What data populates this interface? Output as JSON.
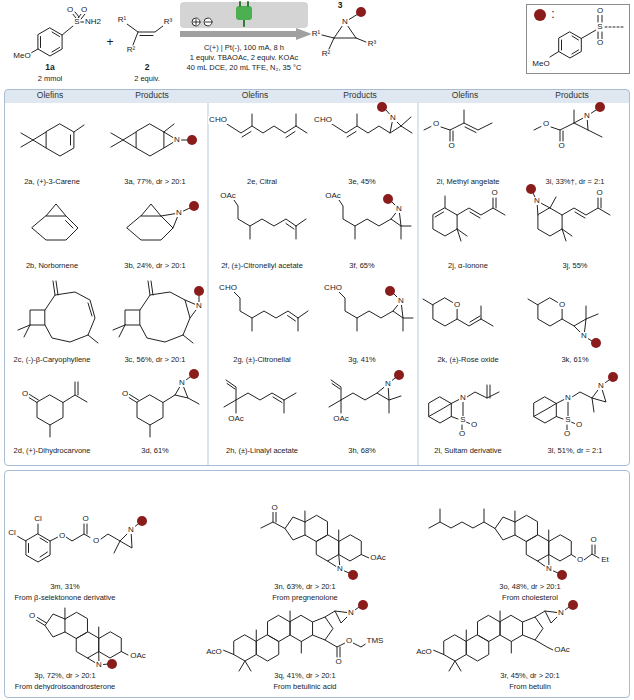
{
  "diagram": {
    "nodes": [
      {
        "text": [
          ":",
          "MeO",
          "O",
          "S",
          "O"
        ]
      },
      {
        "text": [
          "Olefins",
          "Products",
          "Olefins",
          "Products",
          "Olefins",
          "Products",
          "2a, (+)-3-Carene",
          "3a, 77%, dr > 20:1",
          "2e, Citral",
          "3e, 45%",
          "2i, Methyl angelate",
          "3i, 33%†, dr = 2:1",
          "2b, Norbornene",
          "3b, 24%, dr > 20:1",
          "2f, (±)-Citronellyl acetate",
          "3f, 65%",
          "2j, α-Ionone",
          "3j, 55%",
          "2c, (-)-β-Caryophyllene",
          "3c, 56%, dr > 20:1",
          "2g, (±)-Citronellal",
          "3g, 41%",
          "2k, (±)-Rose oxide",
          "3k, 61%",
          "2d, (+)-Dihydrocarvone",
          "3d, 61%",
          "2h, (±)-Linalyl acetate",
          "3h, 68%",
          "2l, Sultam derivative",
          "3l, 51%, dr = 2:1"
        ]
      },
      {
        "text": [
          "3m, 31%",
          "From β-selektonone derivative",
          "3n, 63%, dr > 20:1",
          "From pregnenolone",
          "3o, 48%, dr > 20:1",
          "From cholesterol",
          "3p, 72%, dr > 20:1",
          "From dehydroisoandrosterone",
          "3q, 41%, dr > 20:1",
          "From betulinic acid",
          "3r, 45%, dr > 20:1",
          "From betulin"
        ]
      }
    ],
    "labels": [
      "MeO",
      "O",
      "O",
      "S",
      "NH2",
      "1a",
      "2 mmol",
      "+",
      "R¹",
      "R²",
      "R³",
      "2",
      "2 equiv.",
      "C(+) | Pt(-), 100 mA, 8 h",
      "1 equiv. TBAOAc, 2 equiv. KOAc",
      "40 mL DCE, 20 mL TFE, N₂, 35 °C",
      "3",
      "R¹",
      "N",
      "R³",
      "R²",
      "N",
      "N",
      "N",
      "O",
      "O",
      "N",
      "CHO",
      "CHO",
      "N",
      "OAc",
      "OAc",
      "N",
      "CHO",
      "CHO",
      "N",
      "OAc",
      "OAc",
      "N",
      "O",
      "O",
      "O",
      "O",
      "N",
      "O",
      "N",
      "O",
      "O",
      "O",
      "N",
      "N",
      "S",
      "O",
      "O",
      "N",
      "S",
      "O",
      "O",
      "N",
      "Cl",
      "Cl",
      "O",
      "O",
      "O",
      "N",
      "O",
      "OAc",
      "N",
      "O",
      "O",
      "Et",
      "N",
      "O",
      "OAc",
      "N",
      "AcO",
      "O",
      "O",
      "TMS",
      "N",
      "AcO",
      "OAc",
      "N"
    ]
  }
}
